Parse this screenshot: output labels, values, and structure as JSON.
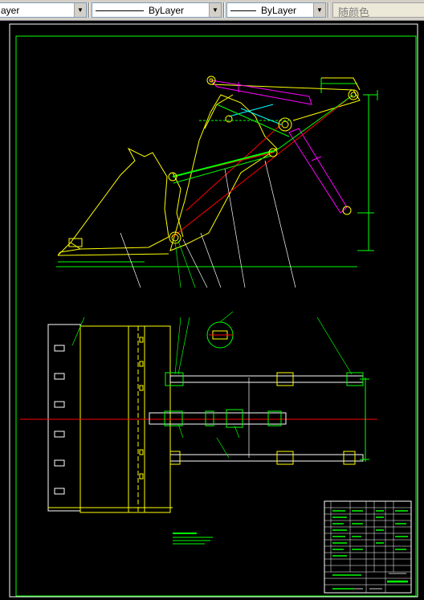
{
  "toolbar": {
    "linetype_partial": "ayer",
    "lineweight_label": "ByLayer",
    "plotstyle_label": "ByLayer",
    "color_label": "随颜色"
  },
  "colors": {
    "background": "#000000",
    "yellow": "#ffff00",
    "green": "#00ff00",
    "white": "#ffffff",
    "magenta": "#ff00ff",
    "red": "#ff0000",
    "cyan": "#00ffff"
  }
}
